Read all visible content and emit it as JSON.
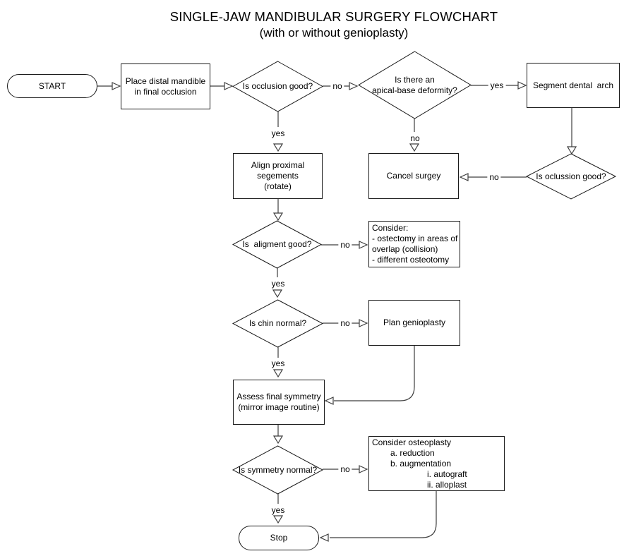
{
  "title": "SINGLE-JAW MANDIBULAR SURGERY FLOWCHART",
  "subtitle": "(with or without genioplasty)",
  "nodes": {
    "start": "START",
    "place_distal": "Place distal mandible\nin final occlusion",
    "occlusion_good": "Is occlusion good?",
    "apical_deformity": "Is there an\napical-base deformity?",
    "segment_arch": "Segment dental  arch",
    "align_proximal": "Align proximal\nsegements\n(rotate)",
    "cancel_surgery": "Cancel surgey",
    "oclussion_good": "Is oclussion good?",
    "aligment_good": "Is  aligment good?",
    "consider_ostectomy": "Consider:\n- ostectomy in areas of\noverlap (collision)\n- different osteotomy",
    "chin_normal": "Is chin normal?",
    "plan_genioplasty": "Plan genioplasty",
    "assess_symmetry": "Assess final symmetry\n(mirror image routine)",
    "symmetry_normal": "Is symmetry normal?",
    "consider_osteoplasty": {
      "title": "Consider osteoplasty",
      "items": [
        "a. reduction",
        "b. augmentation"
      ],
      "subitems": [
        "i. autograft",
        "ii. alloplast"
      ]
    },
    "stop": "Stop"
  },
  "labels": {
    "yes": "yes",
    "no": "no"
  },
  "colors": {
    "line": "#3d3d3d",
    "border": "#1a1a1a",
    "text": "#000000",
    "background": "#ffffff"
  }
}
